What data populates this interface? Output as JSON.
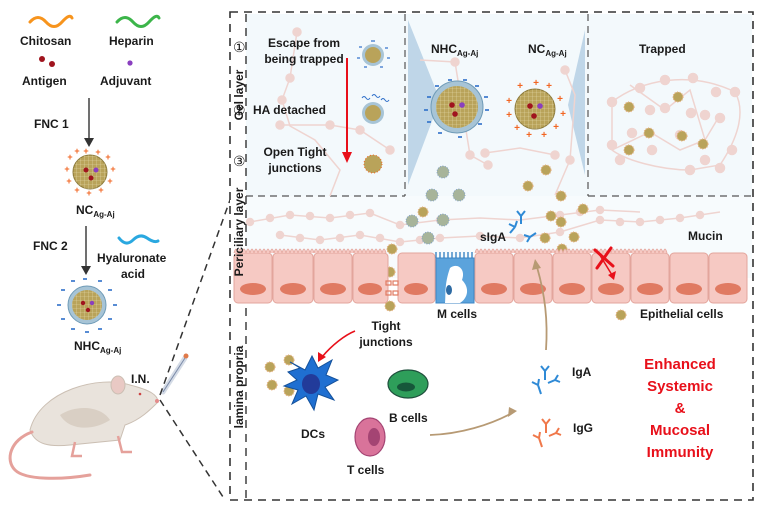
{
  "legend": {
    "chitosan": "Chitosan",
    "heparin": "Heparin",
    "antigen": "Antigen",
    "adjuvant": "Adjuvant",
    "hyaluronate_line1": "Hyaluronate",
    "hyaluronate_line2": "acid"
  },
  "synthesis": {
    "step1": "FNC 1",
    "step2": "FNC 2",
    "nc_main": "NC",
    "nc_sub": "Ag-Aj",
    "nhc_main": "NHC",
    "nhc_sub": "Ag-Aj",
    "route": "I.N."
  },
  "layers": {
    "gel": "Gel layer",
    "periciliary": "Periciliary layer",
    "lamina": "lamina propria"
  },
  "steps": [
    {
      "num": "①",
      "line1": "Escape from",
      "line2": "being trapped"
    },
    {
      "num": "②",
      "line1": "HA detached",
      "line2": ""
    },
    {
      "num": "③",
      "line1": "Open Tight",
      "line2": "junctions"
    }
  ],
  "gel_panels": {
    "nhc_main": "NHC",
    "nhc_sub": "Ag-Aj",
    "nc_main": "NC",
    "nc_sub": "Ag-Aj",
    "trapped": "Trapped"
  },
  "labels": {
    "siga": "sIgA",
    "mucin": "Mucin",
    "m_cells": "M cells",
    "epithelial": "Epithelial cells",
    "tight_line1": "Tight",
    "tight_line2": "junctions",
    "dcs": "DCs",
    "b_cells": "B cells",
    "t_cells": "T cells",
    "iga": "IgA",
    "igg": "IgG"
  },
  "outcome": [
    "Enhanced",
    "Systemic",
    "&",
    "Mucosal",
    "Immunity"
  ],
  "colors": {
    "chitosan": "#f7941d",
    "heparin": "#3cb54a",
    "antigen": "#a0141e",
    "adjuvant": "#8a3fbf",
    "hyaluronate": "#2aa8e0",
    "positive_charge": "#f26522",
    "negative_charge": "#2e6fc9",
    "accent_red": "#e8101a",
    "epithelium": "#f6c9c3",
    "nucleus": "#e07a62",
    "m_cell": "#5ba3dc",
    "dc": "#1f6fd1",
    "b_cell": "#2e9e5a",
    "t_cell": "#d9739a",
    "iga": "#2f8ad6",
    "igg": "#f0784a",
    "mucin": "#efd4d0",
    "panel_bg": "#f3f9fc"
  }
}
